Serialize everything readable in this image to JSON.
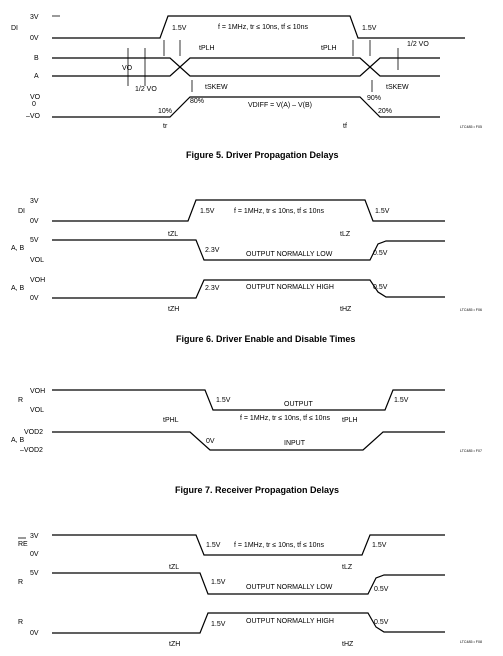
{
  "fig5": {
    "caption": "Figure 5. Driver Propagation Delays",
    "di": "DI",
    "b": "B",
    "a": "A",
    "v3": "3V",
    "v0": "0V",
    "v1_5_left": "1.5V",
    "v1_5_right": "1.5V",
    "cond": "f = 1MHz, tr ≤ 10ns, tf ≤ 10ns",
    "tplh": "tPLH",
    "tphl": "tPLH",
    "vo_label": "VO",
    "half_vo_left": "1/2 VO",
    "half_vo_right": "1/2 VO",
    "tskew_left": "tSKEW",
    "tskew_right": "tSKEW",
    "vo_pos": "VO",
    "zero": "0",
    "vo_neg": "–VO",
    "p10": "10%",
    "p80": "80%",
    "p90": "90%",
    "p20": "20%",
    "vdiff": "VDIFF = V(A) – V(B)",
    "tr": "tr",
    "tf": "tf",
    "code": "LTC485 • F05"
  },
  "fig6": {
    "caption": "Figure 6. Driver Enable and Disable Times",
    "di": "DI",
    "ab1": "A, B",
    "ab2": "A, B",
    "v3": "3V",
    "v0": "0V",
    "v5": "5V",
    "vol": "VOL",
    "voh": "VOH",
    "v0b": "0V",
    "v1_5_left": "1.5V",
    "v1_5_right": "1.5V",
    "cond": "f = 1MHz, tr ≤ 10ns, tf ≤ 10ns",
    "tzl": "tZL",
    "tlz": "tLZ",
    "tzh": "tZH",
    "thz": "tHZ",
    "v2_3a": "2.3V",
    "v2_3b": "2.3V",
    "v0_5a": "0.5V",
    "v0_5b": "0.5V",
    "out_low": "OUTPUT NORMALLY LOW",
    "out_high": "OUTPUT NORMALLY HIGH",
    "code": "LTC485 • F06"
  },
  "fig7": {
    "caption": "Figure 7. Receiver Propagation Delays",
    "r": "R",
    "ab": "A, B",
    "voh": "VOH",
    "vol": "VOL",
    "vod2": "VOD2",
    "vod2n": "–VOD2",
    "v1_5_left": "1.5V",
    "v1_5_right": "1.5V",
    "output": "OUTPUT",
    "input": "INPUT",
    "cond": "f = 1MHz, tr ≤ 10ns, tf ≤ 10ns",
    "tphl": "tPHL",
    "tplh": "tPLH",
    "v0": "0V",
    "code": "LTC485 • F07"
  },
  "fig8": {
    "re": "RE",
    "r1": "R",
    "r2": "R",
    "v3": "3V",
    "v0": "0V",
    "v5": "5V",
    "v0b": "0V",
    "v1_5_left": "1.5V",
    "v1_5_right": "1.5V",
    "cond": "f = 1MHz, tr ≤ 10ns, tf ≤ 10ns",
    "tzl": "tZL",
    "tlz": "tLZ",
    "tzh": "tZH",
    "thz": "tHZ",
    "v1_5a": "1.5V",
    "v1_5b": "1.5V",
    "v0_5a": "0.5V",
    "v0_5b": "0.5V",
    "out_low": "OUTPUT NORMALLY LOW",
    "out_high": "OUTPUT NORMALLY HIGH",
    "code": "LTC485 • F08"
  }
}
